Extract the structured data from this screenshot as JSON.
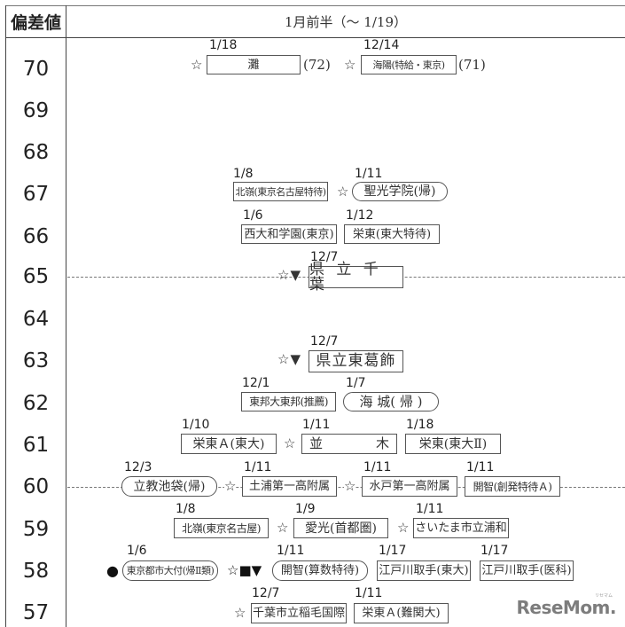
{
  "header": {
    "left_label": "偏差値",
    "period": "1月前半（～ 1/19）"
  },
  "scores": [
    "70",
    "69",
    "68",
    "67",
    "66",
    "65",
    "64",
    "63",
    "62",
    "61",
    "60",
    "59",
    "58",
    "57"
  ],
  "rows": {
    "r70": [
      {
        "date": "1/18",
        "name": "灘",
        "marks": "☆",
        "note": "(72)"
      },
      {
        "date": "12/14",
        "name": "海陽(特給・東京)",
        "marks": "☆",
        "note": "(71)"
      }
    ],
    "r67": [
      {
        "date": "1/8",
        "name": "北嶺(東京名古屋特待)",
        "marks": ""
      },
      {
        "date": "1/11",
        "name": "聖光学院(帰)",
        "marks": "☆"
      }
    ],
    "r66": [
      {
        "date": "1/6",
        "name": "西大和学園(東京)",
        "marks": ""
      },
      {
        "date": "1/12",
        "name": "栄東(東大特待)",
        "marks": ""
      }
    ],
    "r65": [
      {
        "date": "12/7",
        "name": "県 立 千 葉",
        "marks": "☆▼"
      }
    ],
    "r63": [
      {
        "date": "12/7",
        "name": "県立東葛飾",
        "marks": "☆▼"
      }
    ],
    "r62": [
      {
        "date": "12/1",
        "name": "東邦大東邦(推薦)",
        "marks": ""
      },
      {
        "date": "1/7",
        "name": "海 城( 帰 )",
        "marks": ""
      }
    ],
    "r61": [
      {
        "date": "1/10",
        "name": "栄東Ａ(東大)",
        "marks": ""
      },
      {
        "date": "1/11",
        "name": "並　　　　木",
        "marks": "☆"
      },
      {
        "date": "1/18",
        "name": "栄東(東大Ⅱ)",
        "marks": ""
      }
    ],
    "r60": [
      {
        "date": "12/3",
        "name": "立教池袋(帰)",
        "marks": ""
      },
      {
        "date": "1/11",
        "name": "土浦第一高附属",
        "marks": "☆"
      },
      {
        "date": "1/11",
        "name": "水戸第一高附属",
        "marks": "☆"
      },
      {
        "date": "1/11",
        "name": "開智(創発特待Ａ)",
        "marks": ""
      }
    ],
    "r59": [
      {
        "date": "1/8",
        "name": "北嶺(東京名古屋)",
        "marks": ""
      },
      {
        "date": "1/9",
        "name": "愛光(首都圏)",
        "marks": "☆"
      },
      {
        "date": "1/11",
        "name": "さいたま市立浦和",
        "marks": "☆"
      }
    ],
    "r58": [
      {
        "date": "1/6",
        "name": "東京都市大付(帰Ⅱ類)",
        "marks": "●"
      },
      {
        "date": "1/11",
        "name": "開智(算数特待)",
        "marks": "☆■▼"
      },
      {
        "date": "1/17",
        "name": "江戸川取手(東大)",
        "marks": ""
      },
      {
        "date": "1/17",
        "name": "江戸川取手(医科)",
        "marks": ""
      }
    ],
    "r57": [
      {
        "date": "12/7",
        "name": "千葉市立稲毛国際",
        "marks": "☆"
      },
      {
        "date": "1/11",
        "name": "栄東Ａ(難関大)",
        "marks": ""
      }
    ]
  },
  "logo": {
    "text": "ReseMom.",
    "sub": "リセマム"
  },
  "colors": {
    "border": "#444444",
    "dash": "#777777",
    "logo": "#7d7d7d"
  }
}
